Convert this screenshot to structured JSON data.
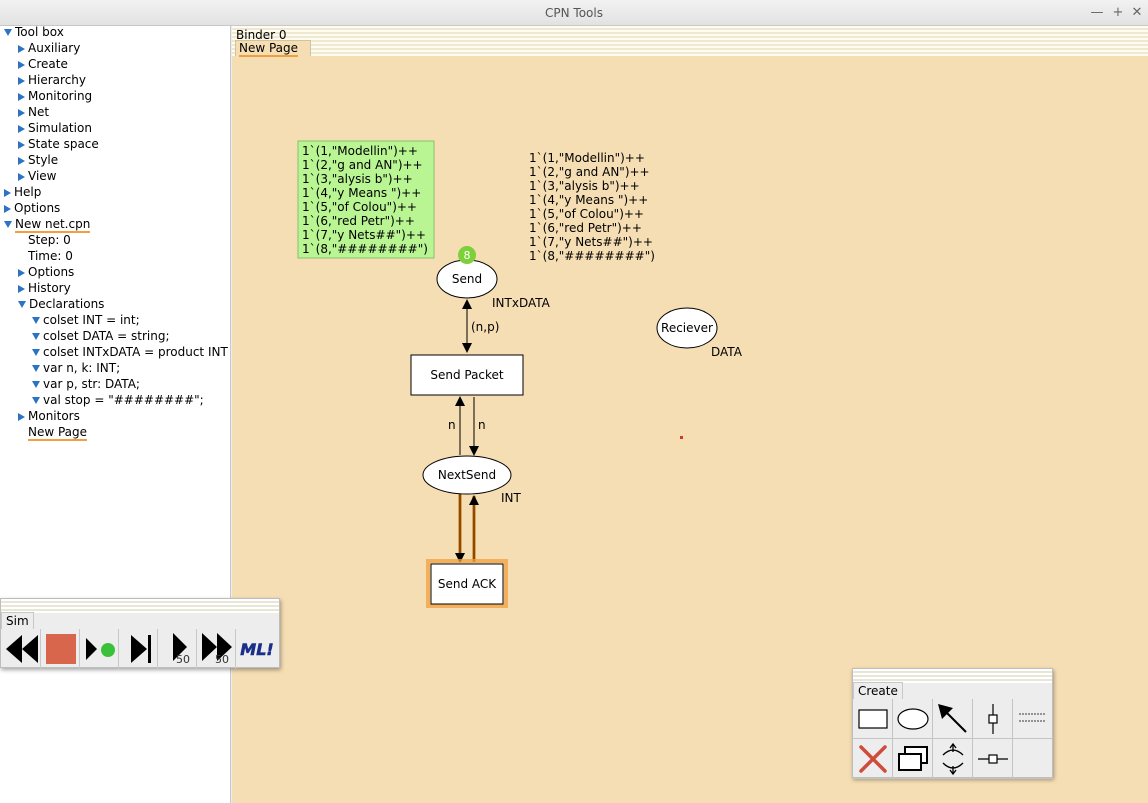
{
  "window": {
    "title": "CPN Tools"
  },
  "sidebar": {
    "tool_box": "Tool box",
    "tool_items": [
      "Auxiliary",
      "Create",
      "Hierarchy",
      "Monitoring",
      "Net",
      "Simulation",
      "State space",
      "Style",
      "View"
    ],
    "help": "Help",
    "options": "Options",
    "net_name": "New net.cpn",
    "step": "Step: 0",
    "time": "Time: 0",
    "net_options": "Options",
    "history": "History",
    "declarations": "Declarations",
    "decls": [
      "colset INT = int;",
      "colset DATA = string;",
      "colset INTxDATA = product INT",
      "var n, k: INT;",
      "var p, str: DATA;",
      "val stop = \"########\";"
    ],
    "monitors": "Monitors",
    "new_page": "New Page"
  },
  "binder": {
    "label": "Binder 0",
    "tab": "New Page"
  },
  "net": {
    "place_send": "Send",
    "place_send_type": "INTxDATA",
    "token_count": "8",
    "place_receiver": "Reciever",
    "place_receiver_type": "DATA",
    "place_nextsend": "NextSend",
    "place_nextsend_type": "INT",
    "trans_send_packet": "Send Packet",
    "trans_send_ack": "Send ACK",
    "arc_np": "(n,p)",
    "arc_n_left": "n",
    "arc_n_right": "n",
    "marking_lines": [
      "1`(1,\"Modellin\")++",
      "1`(2,\"g and AN\")++",
      "1`(3,\"alysis b\")++",
      "1`(4,\"y Means \")++",
      "1`(5,\"of Colou\")++",
      "1`(6,\"red Petr\")++",
      "1`(7,\"y Nets##\")++",
      "1`(8,\"########\")"
    ],
    "init_lines": [
      "1`(1,\"Modellin\")++",
      "1`(2,\"g and AN\")++",
      "1`(3,\"alysis b\")++",
      "1`(4,\"y Means \")++",
      "1`(5,\"of Colou\")++",
      "1`(6,\"red Petr\")++",
      "1`(7,\"y Nets##\")++",
      "1`(8,\"########\")"
    ]
  },
  "sim_panel": {
    "tab": "Sim",
    "play_n": "50",
    "ff_n": "50",
    "ml_label": "ML!"
  },
  "create_panel": {
    "tab": "Create"
  },
  "colors": {
    "canvas": "#f6deb4",
    "marking_bg": "#b9f593",
    "token": "#7ed03b",
    "highlight": "#f0a040",
    "accent_blue": "#2c73c5"
  }
}
